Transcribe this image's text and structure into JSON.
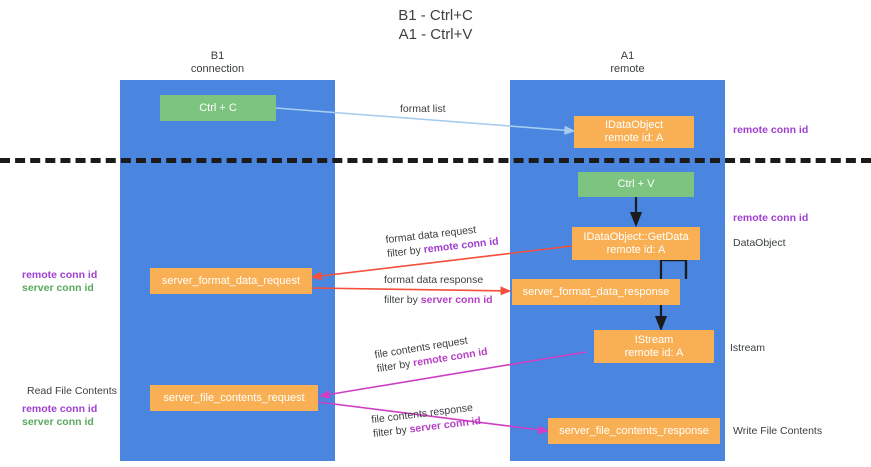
{
  "title": {
    "line1": "B1 - Ctrl+C",
    "line2": "A1 - Ctrl+V"
  },
  "columns": [
    {
      "name": "B1",
      "role": "connection"
    },
    {
      "name": "A1",
      "role": "remote"
    }
  ],
  "boxes": {
    "ctrl_c": {
      "label": "Ctrl + C"
    },
    "ctrl_v": {
      "label": "Ctrl + V"
    },
    "idataobject": {
      "line1": "IDataObject",
      "line2": "remote id: A"
    },
    "getdata": {
      "line1": "IDataObject::GetData",
      "line2": "remote id: A"
    },
    "istream": {
      "line1": "IStream",
      "line2": "remote id: A"
    },
    "server_format_data_request": {
      "label": "server_format_data_request"
    },
    "server_format_data_response": {
      "label": "server_format_data_response"
    },
    "server_file_contents_request": {
      "label": "server_file_contents_request"
    },
    "server_file_contents_response": {
      "label": "server_file_contents_response"
    }
  },
  "edges": {
    "format_list": {
      "label": "format list"
    },
    "format_data_request": {
      "label": "format data request",
      "filter_prefix": "filter by ",
      "filter_key": "remote conn id"
    },
    "format_data_response": {
      "label": "format data response",
      "filter_prefix": "filter by ",
      "filter_key": "server conn id"
    },
    "file_contents_request": {
      "label": "file contents request",
      "filter_prefix": "filter by ",
      "filter_key": "remote conn id"
    },
    "file_contents_response": {
      "label": "file contents response",
      "filter_prefix": "filter by ",
      "filter_key": "server conn id"
    }
  },
  "annotations": {
    "right_remote_conn_id_top": "remote conn id",
    "right_remote_conn_id_mid": "remote conn id",
    "dataobject": "DataObject",
    "istream": "Istream",
    "write_file_contents": "Write File Contents",
    "read_file_contents": "Read File Contents",
    "left_remote_conn_id_mid": "remote conn id",
    "left_server_conn_id_mid": "server conn id",
    "left_remote_conn_id_bottom": "remote conn id",
    "left_server_conn_id_bottom": "server conn id"
  },
  "colors": {
    "lane": "#4a86e0",
    "box_green": "#7cc47f",
    "box_orange": "#f9b055",
    "arrow_blue": "#a8cdf0",
    "arrow_red": "#f4503c",
    "arrow_magenta": "#cf3fc4",
    "arrow_black": "#1b1b1b",
    "conn_purple": "#a13fd0",
    "conn_green": "#5aa95f",
    "separator": "#1b1b1b"
  }
}
